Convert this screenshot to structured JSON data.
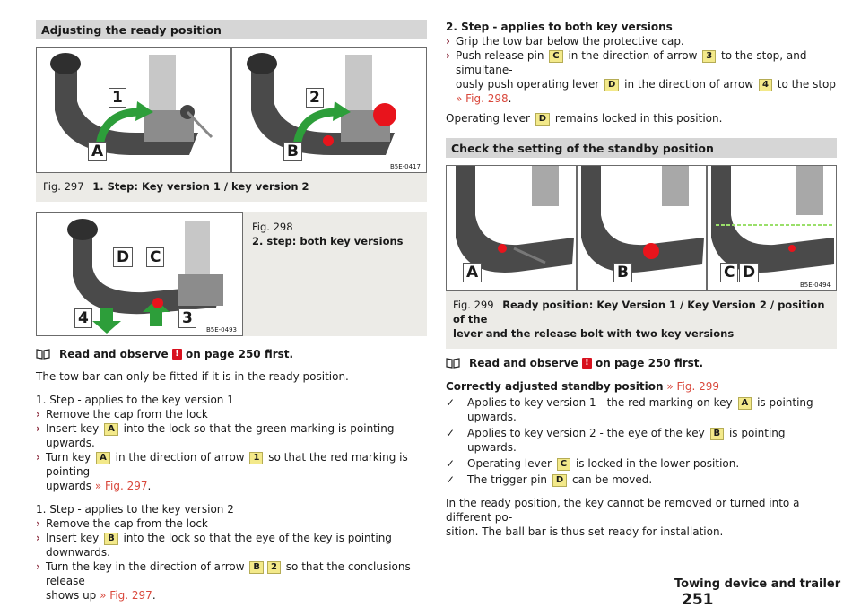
{
  "left": {
    "section_title": "Adjusting the ready position",
    "fig297": {
      "number": "Fig. 297",
      "title": "1. Step: Key version 1 / key version 2",
      "code": "B5E-0417",
      "labels": [
        "1",
        "A",
        "2",
        "B"
      ]
    },
    "fig298": {
      "number": "Fig. 298",
      "title": "2. step: both key versions",
      "code": "B5E-0493",
      "labels": [
        "D",
        "C",
        "4",
        "3"
      ]
    },
    "read_observe": {
      "pre": "Read and observe",
      "post": "on page 250 first."
    },
    "intro": "The tow bar can only be fitted if it is in the ready position.",
    "step1_v1": {
      "heading": "1. Step - applies to the key version 1",
      "items": [
        {
          "a": "Remove the cap from the lock"
        },
        {
          "a": "Insert key",
          "k1": "A",
          "b": "into the lock so that the green marking is pointing upwards."
        },
        {
          "a": "Turn key",
          "k1": "A",
          "b": "in the direction of arrow",
          "k2": "1",
          "c": "so that the red marking is pointing",
          "d": "upwards",
          "link": "» Fig. 297",
          "e": "."
        }
      ]
    },
    "step1_v2": {
      "heading": "1. Step - applies to the key version 2",
      "items": [
        {
          "a": "Remove the cap from the lock"
        },
        {
          "a": "Insert key",
          "k1": "B",
          "b": "into the lock so that the eye of the key is pointing downwards."
        },
        {
          "a": "Turn the key in the direction of arrow",
          "k1": "B",
          "k2": "2",
          "b": "so that the conclusions release",
          "d": "shows up",
          "link": "» Fig. 297",
          "e": "."
        }
      ]
    }
  },
  "right": {
    "step2": {
      "heading": "2. Step - applies to both key versions",
      "items": [
        {
          "a": "Grip the tow bar below the protective cap."
        },
        {
          "a": "Push release pin",
          "k1": "C",
          "b": "in the direction of arrow",
          "k2": "3",
          "c": "to the stop, and simultane-",
          "d": "ously push operating lever",
          "k3": "D",
          "e": "in the direction of arrow",
          "k4": "4",
          "f": "to the stop",
          "link": "» Fig. 298",
          "g": "."
        }
      ],
      "note_a": "Operating lever",
      "note_k": "D",
      "note_b": "remains locked in this position."
    },
    "section_title": "Check the setting of the standby position",
    "fig299": {
      "number": "Fig. 299",
      "title_l1": "Ready position: Key Version 1 / Key Version 2 / position of the",
      "title_l2": "lever and the release bolt with two key versions",
      "code": "B5E-0494",
      "labels": [
        "A",
        "B",
        "C",
        "D"
      ]
    },
    "read_observe": {
      "pre": "Read and observe",
      "post": "on page 250 first."
    },
    "check_head": "Correctly adjusted standby position",
    "check_link": "» Fig. 299",
    "checks": [
      {
        "a": "Applies to key version 1 - the red marking on key",
        "k": "A",
        "b": "is pointing upwards."
      },
      {
        "a": "Applies to key version 2 - the eye of the key",
        "k": "B",
        "b": "is pointing upwards."
      },
      {
        "a": "Operating lever",
        "k": "C",
        "b": "is locked in the lower position."
      },
      {
        "a": "The trigger pin",
        "k": "D",
        "b": "can be moved."
      }
    ],
    "final_l1": "In the ready position, the key cannot be removed or turned into a different po-",
    "final_l2": "sition. The ball bar is thus set ready for installation."
  },
  "footer": {
    "section": "Towing device and trailer",
    "page": "251"
  },
  "colors": {
    "key_bg": "#f3e98a",
    "warn_red": "#d8111e",
    "arrow_green": "#2d9e3a",
    "marker_red": "#e8141c",
    "link": "#d9483c"
  }
}
